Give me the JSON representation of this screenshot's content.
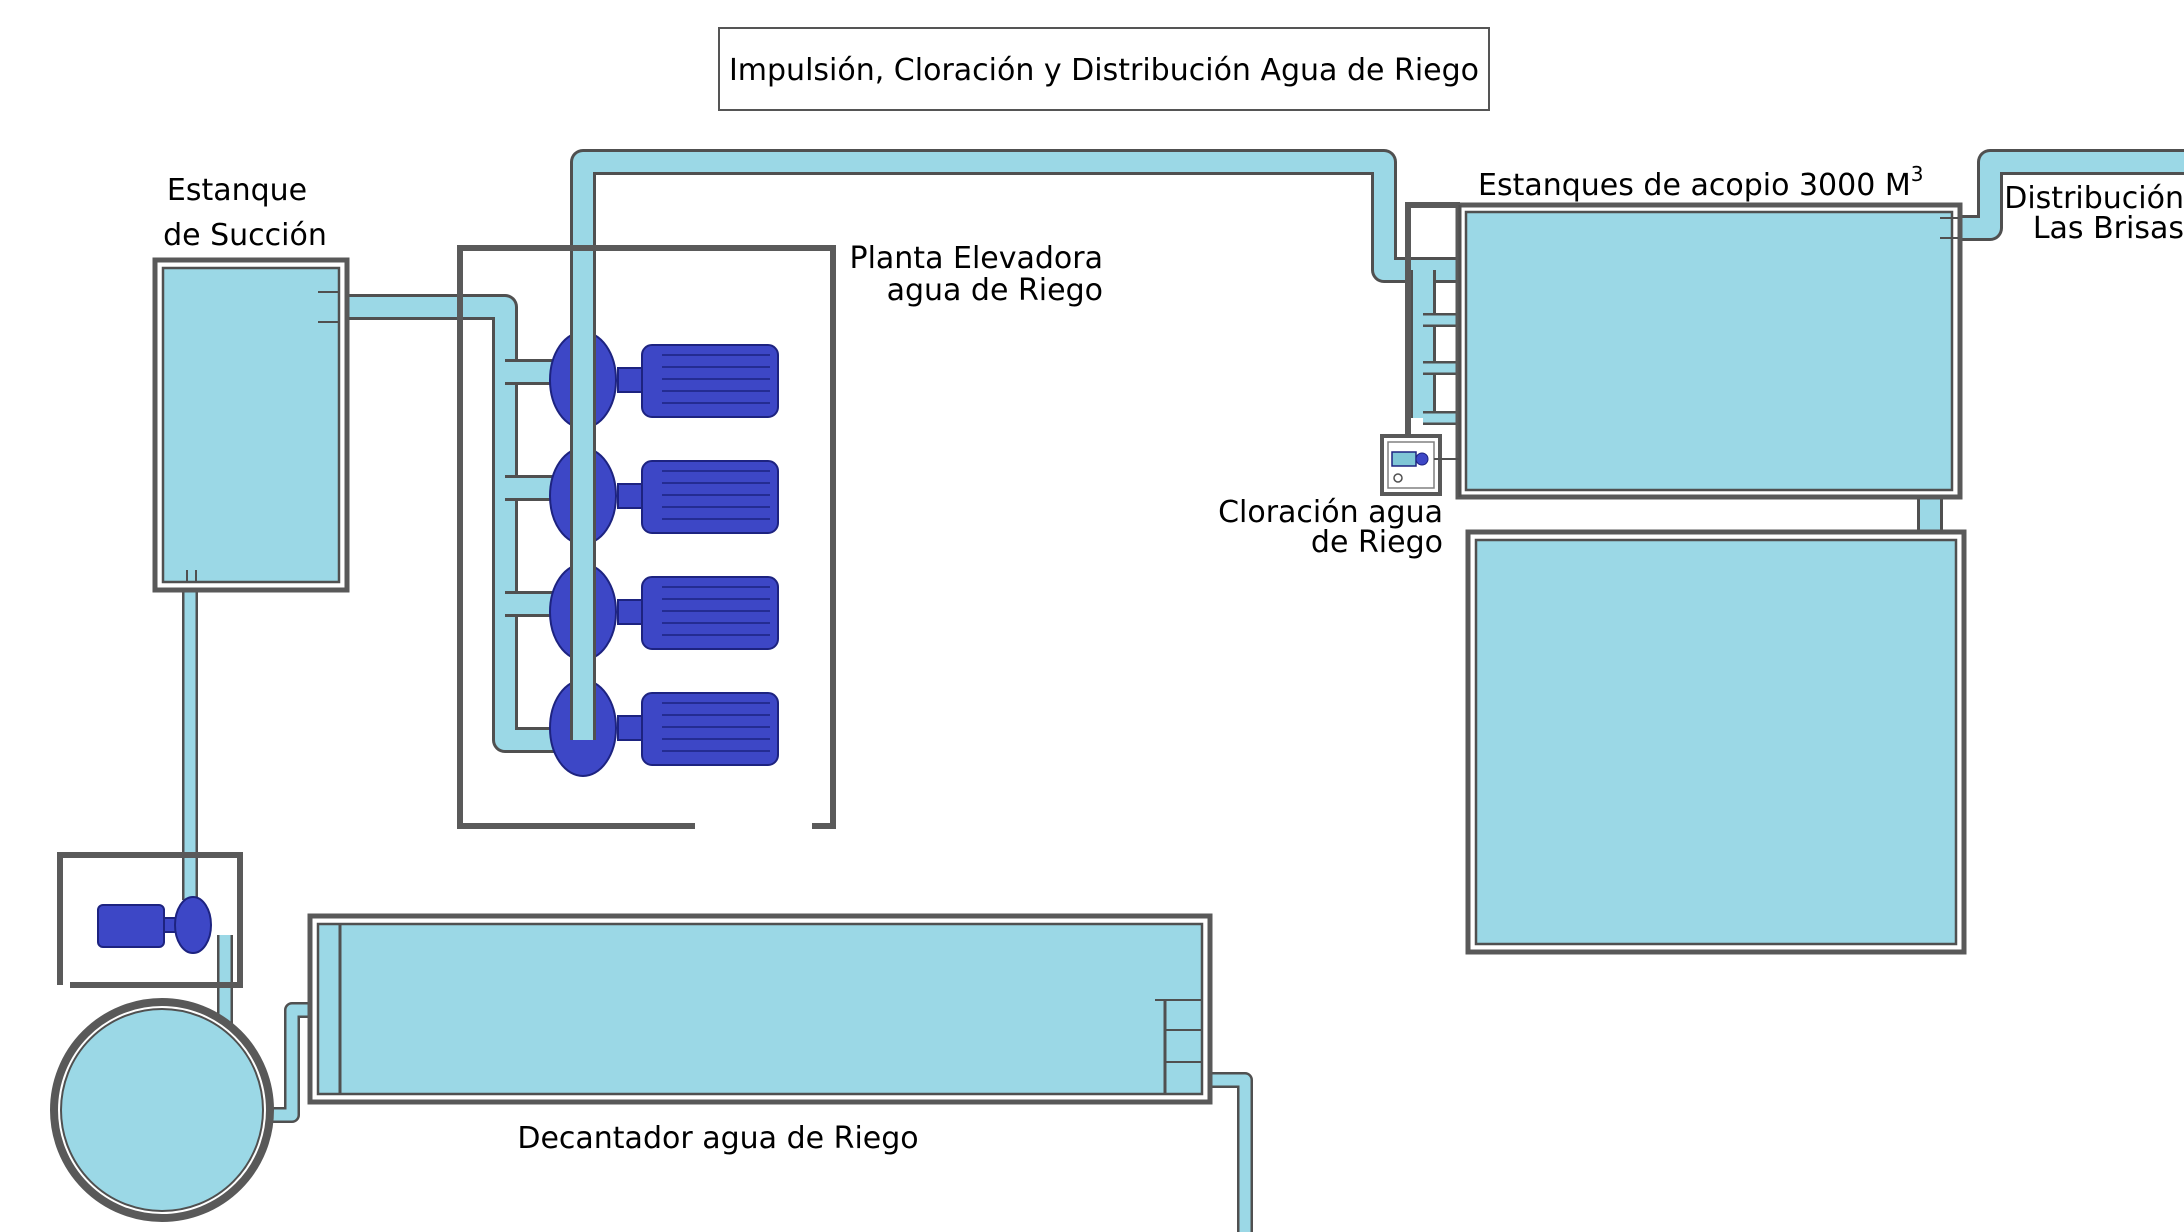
{
  "title": "Impulsión, Cloración y Distribución Agua de Riego",
  "labels": {
    "suction_tank_line1": "Estanque",
    "suction_tank_line2": "de Succión",
    "pump_station_line1": "Planta Elevadora",
    "pump_station_line2": "agua de Riego",
    "storage_tanks": "Estanques de acopio 3000 M",
    "storage_tanks_sup": "3",
    "distribution_line1": "Distribución",
    "distribution_line2": "Las Brisas",
    "chlorination_line1": "Cloración agua",
    "chlorination_line2": "de Riego",
    "settler": "Decantador agua de Riego"
  },
  "colors": {
    "water": "#9bd8e6",
    "pump": "#3d47c6",
    "wall": "#595959"
  },
  "components": {
    "pump_count": 4,
    "icons": [
      "pump-icon",
      "motor-icon",
      "chlorinator-icon"
    ]
  }
}
